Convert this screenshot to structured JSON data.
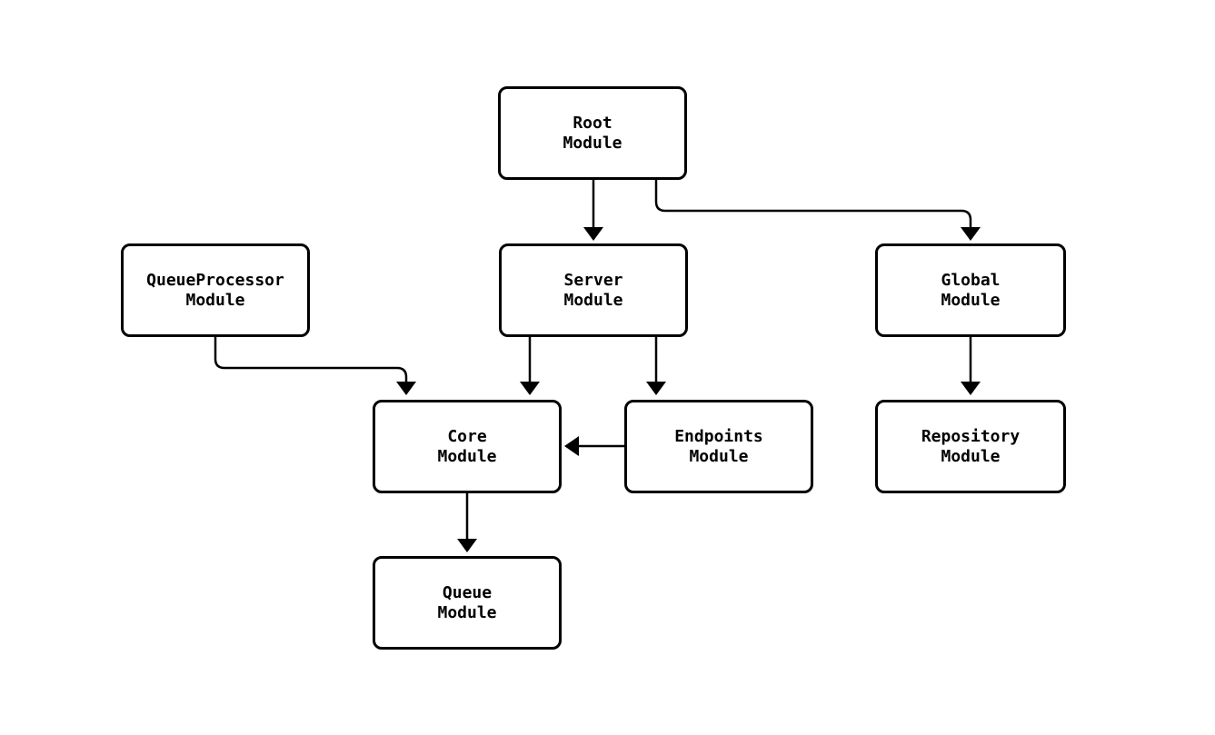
{
  "diagram": {
    "type": "module-dependency-graph",
    "nodes": [
      {
        "id": "root",
        "label": "Root\nModule"
      },
      {
        "id": "queueprocessor",
        "label": "QueueProcessor\nModule"
      },
      {
        "id": "server",
        "label": "Server\nModule"
      },
      {
        "id": "global",
        "label": "Global\nModule"
      },
      {
        "id": "core",
        "label": "Core\nModule"
      },
      {
        "id": "endpoints",
        "label": "Endpoints\nModule"
      },
      {
        "id": "repository",
        "label": "Repository\nModule"
      },
      {
        "id": "queue",
        "label": "Queue\nModule"
      }
    ],
    "edges": [
      {
        "from": "root",
        "to": "server"
      },
      {
        "from": "root",
        "to": "global"
      },
      {
        "from": "queueprocessor",
        "to": "core"
      },
      {
        "from": "server",
        "to": "core"
      },
      {
        "from": "server",
        "to": "endpoints"
      },
      {
        "from": "endpoints",
        "to": "core"
      },
      {
        "from": "global",
        "to": "repository"
      },
      {
        "from": "core",
        "to": "queue"
      }
    ],
    "colors": {
      "background": "#ffffff",
      "node_fill": "#ffffff",
      "node_border": "#000000",
      "edge": "#000000",
      "text": "#000000"
    }
  }
}
